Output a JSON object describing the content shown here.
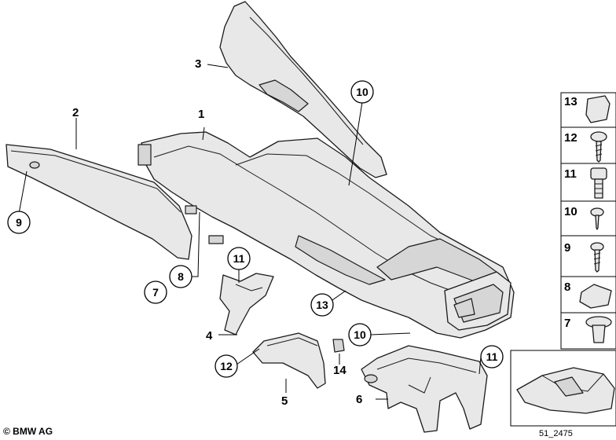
{
  "callouts": {
    "p1": "1",
    "p2": "2",
    "p3": "3",
    "p4": "4",
    "p5": "5",
    "p6": "6",
    "p7": "7",
    "p8": "8",
    "p9": "9",
    "p10a": "10",
    "p10b": "10",
    "p11a": "11",
    "p11b": "11",
    "p12": "12",
    "p13": "13",
    "p14": "14"
  },
  "legend": [
    "13",
    "12",
    "11",
    "10",
    "9",
    "8",
    "7"
  ],
  "copyright": "© BMW AG",
  "drawing_number": "51_2475"
}
